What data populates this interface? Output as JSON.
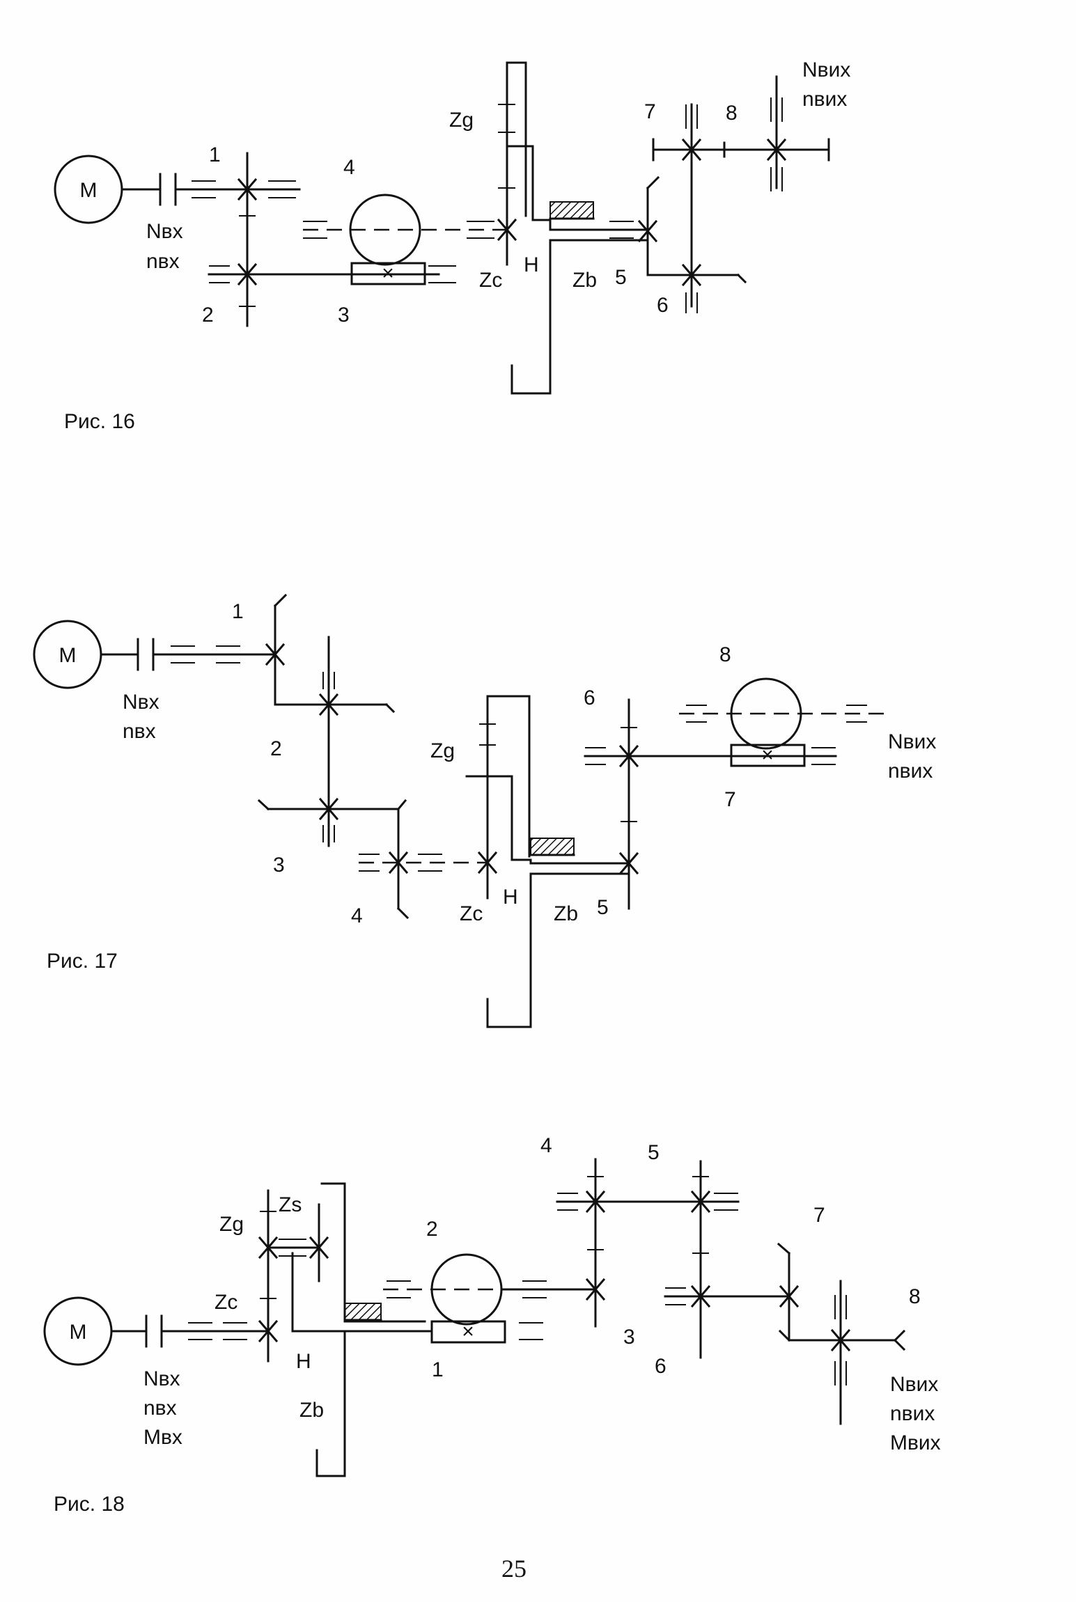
{
  "motor_label": "M",
  "figure16": {
    "caption": "Рис. 16",
    "input_power": "Nвх",
    "input_speed": "nвх",
    "output_power": "Nвих",
    "output_speed": "nвих",
    "labels": {
      "g1": "1",
      "g2": "2",
      "g3": "3",
      "g4": "4",
      "g5": "5",
      "g6": "6",
      "g7": "7",
      "g8": "8",
      "zg": "Zg",
      "zc": "Zc",
      "zb": "Zb",
      "h": "H"
    }
  },
  "figure17": {
    "caption": "Рис. 17",
    "input_power": "Nвх",
    "input_speed": "nвх",
    "output_power": "Nвих",
    "output_speed": "nвих",
    "labels": {
      "g1": "1",
      "g2": "2",
      "g3": "3",
      "g4": "4",
      "g5": "5",
      "g6": "6",
      "g7": "7",
      "g8": "8",
      "zg": "Zg",
      "zc": "Zc",
      "zb": "Zb",
      "h": "H"
    }
  },
  "figure18": {
    "caption": "Рис. 18",
    "input_power": "Nвх",
    "input_speed": "nвх",
    "input_torque": "Mвх",
    "output_power": "Nвих",
    "output_speed": "nвих",
    "output_torque": "Mвих",
    "labels": {
      "g1": "1",
      "g2": "2",
      "g3": "3",
      "g4": "4",
      "g5": "5",
      "g6": "6",
      "g7": "7",
      "g8": "8",
      "zg": "Zg",
      "zs": "Zs",
      "zc": "Zc",
      "zb": "Zb",
      "h": "H"
    }
  },
  "page_number": "25"
}
